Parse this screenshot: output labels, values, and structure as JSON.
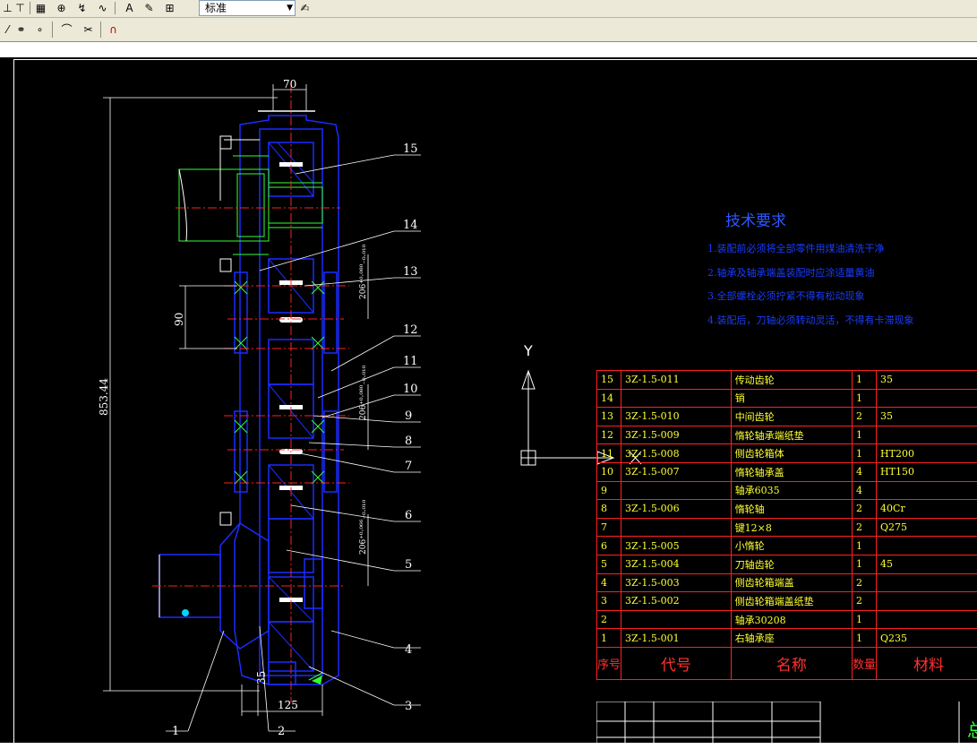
{
  "toolbar_top": {
    "icons": [
      "dimension-icon",
      "dimension-linear-icon",
      "ordinate-icon",
      "center-mark-icon",
      "quick-dim-icon",
      "jogged-icon",
      "text-style-icon",
      "text-edit-icon",
      "table-icon"
    ],
    "style_combo": {
      "value": "标准"
    },
    "style_edit_icon": "dim-style-edit-icon"
  },
  "toolbar_second": {
    "icons": [
      "line-icon",
      "group-icon",
      "point-icon",
      "arc-tool-icon",
      "trim-icon",
      "magnet-icon"
    ]
  },
  "ucs": {
    "y_label": "Y"
  },
  "dimensions": {
    "top_width": "70",
    "height_total": "853.44",
    "section_90": "90",
    "bottom_125": "125",
    "bottom_35": "35",
    "tol_1": "206⁺⁰·⁰⁸⁰₋₀.₀₁₀",
    "tol_2": "206⁺⁰·⁰⁸⁰₋₀.₀₁₀",
    "tol_3": "206⁺⁰·⁰⁶⁶₋₀.₀₁₀"
  },
  "balloons": [
    "15",
    "14",
    "13",
    "12",
    "11",
    "10",
    "9",
    "8",
    "7",
    "6",
    "5",
    "4",
    "3",
    "2",
    "1"
  ],
  "tech_requirements": {
    "title": "技术要求",
    "lines": [
      "1.装配前必须将全部零件用煤油清洗干净",
      "2.轴承及轴承端盖装配时应涂适量黄油",
      "3.全部螺栓必须拧紧不得有松动现象",
      "4.装配后，刀轴必须转动灵活，不得有卡滞现象"
    ]
  },
  "bom": {
    "rows": [
      {
        "no": "15",
        "code": "3Z-1.5-011",
        "name": "传动齿轮",
        "qty": "1",
        "mat": "35"
      },
      {
        "no": "14",
        "code": "",
        "name": "销",
        "qty": "1",
        "mat": ""
      },
      {
        "no": "13",
        "code": "3Z-1.5-010",
        "name": "中间齿轮",
        "qty": "2",
        "mat": "35"
      },
      {
        "no": "12",
        "code": "3Z-1.5-009",
        "name": "惰轮轴承端纸垫",
        "qty": "1",
        "mat": ""
      },
      {
        "no": "11",
        "code": "3Z-1.5-008",
        "name": "侧齿轮箱体",
        "qty": "1",
        "mat": "HT200"
      },
      {
        "no": "10",
        "code": "3Z-1.5-007",
        "name": "惰轮轴承盖",
        "qty": "4",
        "mat": "HT150"
      },
      {
        "no": "9",
        "code": "",
        "name": "轴承6035",
        "qty": "4",
        "mat": ""
      },
      {
        "no": "8",
        "code": "3Z-1.5-006",
        "name": "惰轮轴",
        "qty": "2",
        "mat": "40Cr"
      },
      {
        "no": "7",
        "code": "",
        "name": "键12×8",
        "qty": "2",
        "mat": "Q275"
      },
      {
        "no": "6",
        "code": "3Z-1.5-005",
        "name": "小惰轮",
        "qty": "1",
        "mat": ""
      },
      {
        "no": "5",
        "code": "3Z-1.5-004",
        "name": "刀轴齿轮",
        "qty": "1",
        "mat": "45"
      },
      {
        "no": "4",
        "code": "3Z-1.5-003",
        "name": "侧齿轮箱端盖",
        "qty": "2",
        "mat": ""
      },
      {
        "no": "3",
        "code": "3Z-1.5-002",
        "name": "侧齿轮箱端盖纸垫",
        "qty": "2",
        "mat": ""
      },
      {
        "no": "2",
        "code": "",
        "name": "轴承30208",
        "qty": "1",
        "mat": ""
      },
      {
        "no": "1",
        "code": "3Z-1.5-001",
        "name": "右轴承座",
        "qty": "1",
        "mat": "Q235"
      }
    ],
    "header": {
      "no": "序号",
      "code": "代号",
      "name": "名称",
      "qty": "数量",
      "mat": "材料"
    }
  },
  "title_block_char": "总",
  "colors": {
    "background": "#000000",
    "line_blue": "#1b2cff",
    "line_red": "#ff2020",
    "line_green": "#33ff33",
    "text_yellow": "#ffff33",
    "line_white": "#ffffff"
  }
}
